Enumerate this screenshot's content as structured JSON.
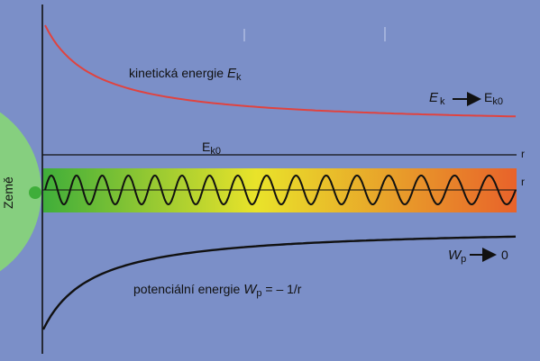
{
  "colors": {
    "background": "#7b8fc8",
    "earth": "#86cf7f",
    "kinetic_curve": "#e0433f",
    "potential_curve": "#111111",
    "band_start": "#3fae3a",
    "band_mid": "#e9e32a",
    "band_end": "#e8622a"
  },
  "earth": {
    "label": "Země"
  },
  "kinetic": {
    "label": "kinetická energie ",
    "symbol": "E",
    "subscript": "k",
    "limit_symbol": "E",
    "limit_subscript_left": "k",
    "limit_value": "E",
    "limit_value_subscript": "k0"
  },
  "potential": {
    "label": "potenciální energie ",
    "symbol": "W",
    "subscript": "p",
    "formula_rest": " = – 1/r",
    "limit_symbol": "W",
    "limit_subscript": "p",
    "limit_value": "0"
  },
  "axis": {
    "r_label_top": "r",
    "r_label_band": "r",
    "ek0_label": "E",
    "ek0_subscript": "k0"
  },
  "wave": {
    "cycles": 16
  },
  "arrow_icon": "right-arrow-icon"
}
